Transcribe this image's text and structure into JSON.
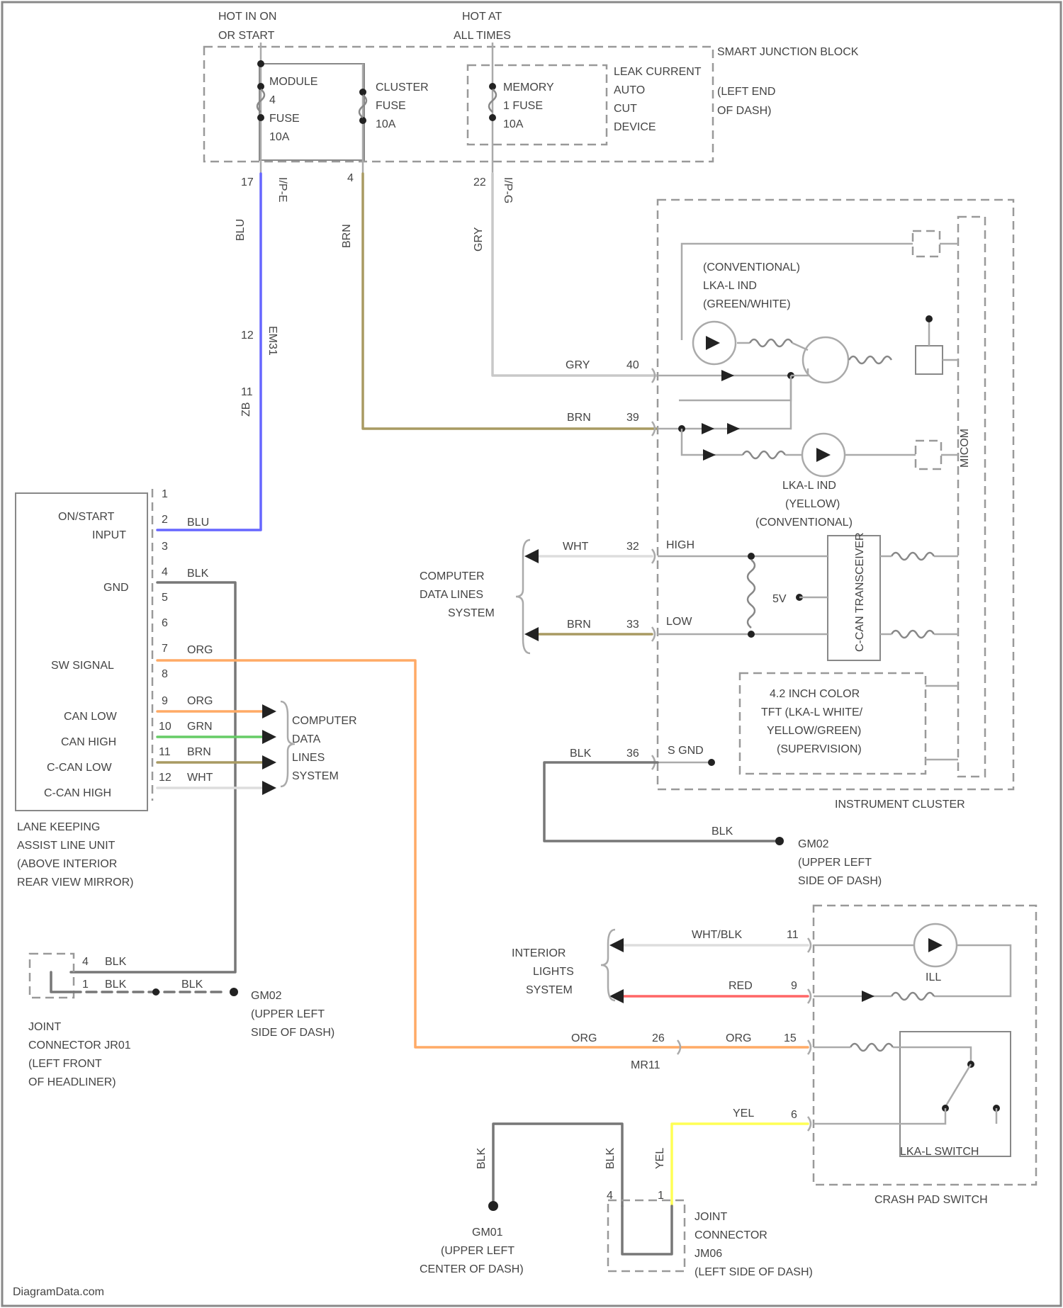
{
  "watermark": "DiagramData.com",
  "colors": {
    "blue": "#6666ff",
    "brown": "#a89a62",
    "gray": "#b5b5b5",
    "black": "#666666",
    "orange": "#ffaa66",
    "green": "#66cc66",
    "red": "#ff6666",
    "yellow": "#ffff55",
    "white_wire": "#dddddd"
  },
  "power": {
    "hot_on_start": [
      "HOT IN ON",
      "OR START"
    ],
    "hot_all_times": [
      "HOT AT",
      "ALL TIMES"
    ],
    "smart_junction": [
      "SMART JUNCTION BLOCK",
      "(LEFT END",
      "OF DASH)"
    ],
    "module_fuse": [
      "MODULE",
      "4",
      "FUSE",
      "10A"
    ],
    "cluster_fuse": [
      "CLUSTER",
      "FUSE",
      "10A"
    ],
    "memory_fuse": [
      "MEMORY",
      "1 FUSE",
      "10A"
    ],
    "leak_device": [
      "LEAK CURRENT",
      "AUTO",
      "CUT",
      "DEVICE"
    ],
    "pin_module": "17",
    "conn_module": "I/P-E",
    "pin_cluster": "4",
    "pin_memory": "22",
    "conn_memory": "I/P-G"
  },
  "wires": {
    "blu": "BLU",
    "brn": "BRN",
    "gry": "GRY",
    "blk": "BLK",
    "org": "ORG",
    "grn": "GRN",
    "wht": "WHT",
    "red": "RED",
    "yel": "YEL",
    "wht_blk": "WHT/BLK",
    "mid_pin_1": "12",
    "mid_conn_1": "EM31",
    "mid_pin_2": "11",
    "mid_conn_2": "ZB"
  },
  "lkas_unit": {
    "label": [
      "LANE KEEPING",
      "ASSIST LINE UNIT",
      "(ABOVE INTERIOR",
      "REAR VIEW MIRROR)"
    ],
    "pins": [
      "1",
      "2",
      "3",
      "4",
      "5",
      "6",
      "7",
      "8",
      "9",
      "10",
      "11",
      "12"
    ],
    "on_start": [
      "ON/START",
      "INPUT"
    ],
    "gnd": "GND",
    "sw_signal": "SW SIGNAL",
    "can_low": "CAN LOW",
    "can_high": "CAN HIGH",
    "c_can_low": "C-CAN LOW",
    "c_can_high": "C-CAN HIGH"
  },
  "computer_data_lines": [
    "COMPUTER",
    "DATA",
    "LINES",
    "SYSTEM"
  ],
  "computer_data_lines_2": [
    "COMPUTER",
    "DATA LINES",
    "SYSTEM"
  ],
  "cluster": {
    "label": "INSTRUMENT CLUSTER",
    "ind1": [
      "(CONVENTIONAL)",
      "LKA-L IND",
      "(GREEN/WHITE)"
    ],
    "ind2": [
      "LKA-L IND",
      "(YELLOW)",
      "(CONVENTIONAL)"
    ],
    "pin_gry": "40",
    "pin_brn": "39",
    "pin_high": "32",
    "pin_low": "33",
    "pin_gnd": "36",
    "high": "HIGH",
    "low": "LOW",
    "sgnd": "S GND",
    "v5": "5V",
    "transceiver": "C-CAN TRANSCEIVER",
    "tft": [
      "4.2 INCH COLOR",
      "TFT (LKA-L WHITE/",
      "YELLOW/GREEN)",
      "(SUPERVISION)"
    ],
    "micom": "MICOM"
  },
  "ground_gm02": [
    "GM02",
    "(UPPER LEFT",
    "SIDE OF DASH)"
  ],
  "ground_gm02_b": [
    "GM02",
    "(UPPER LEFT",
    "SIDE OF DASH)"
  ],
  "ground_gm01": [
    "GM01",
    "(UPPER LEFT",
    "CENTER OF DASH)"
  ],
  "joint_jr01": {
    "label": [
      "JOINT",
      "CONNECTOR JR01",
      "(LEFT FRONT",
      "OF HEADLINER)"
    ],
    "pin_a": "4",
    "pin_b": "1"
  },
  "interior_lights": [
    "INTERIOR",
    "LIGHTS",
    "SYSTEM"
  ],
  "crash_pad": {
    "label": "CRASH PAD SWITCH",
    "pin_wht_blk": "11",
    "pin_red": "9",
    "pin_org": "15",
    "pin_yel": "6",
    "ill": "ILL",
    "lka_switch": "LKA-L SWITCH"
  },
  "mr11": {
    "pin": "26",
    "conn": "MR11"
  },
  "joint_jm": {
    "label": [
      "JOINT",
      "CONNECTOR",
      "JM06",
      "(LEFT SIDE OF DASH)"
    ],
    "pin_a": "4",
    "pin_b": "1"
  }
}
